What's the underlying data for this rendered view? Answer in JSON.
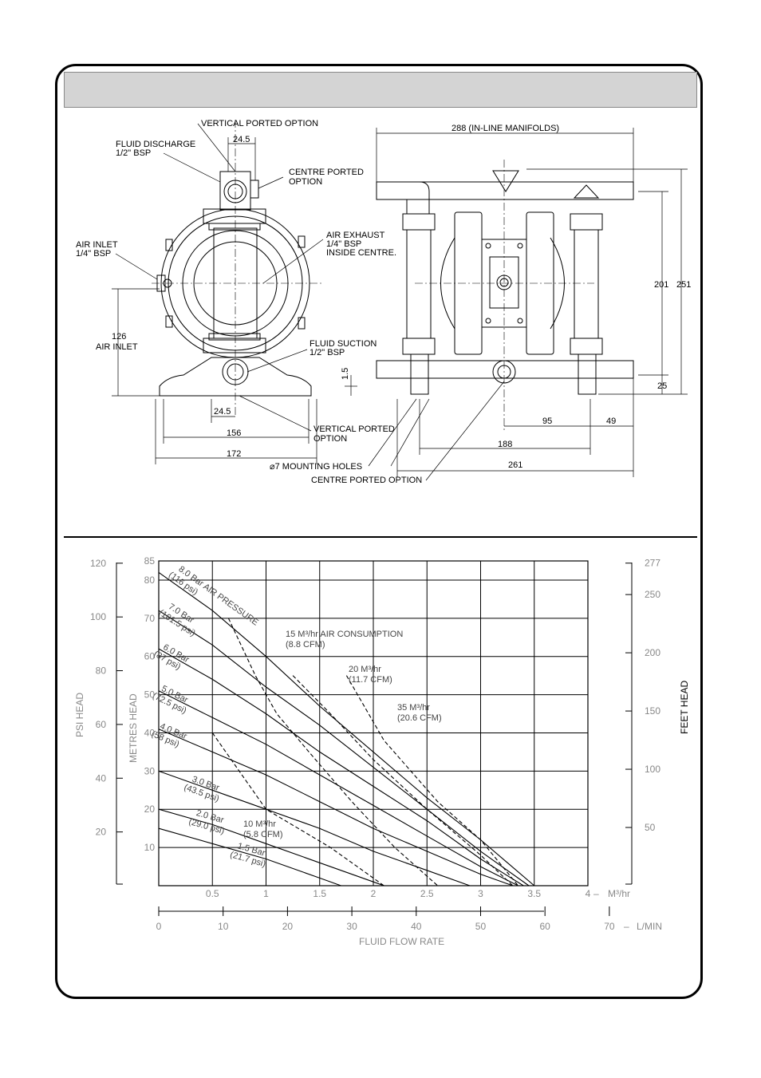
{
  "drawing": {
    "front_view": {
      "vertical_ported_option_top": "VERTICAL PORTED OPTION",
      "fluid_discharge": [
        "FLUID DISCHARGE",
        "1/2\" BSP"
      ],
      "dim_24_5_top": "24.5",
      "centre_ported_option": [
        "CENTRE PORTED",
        "OPTION"
      ],
      "air_inlet": [
        "AIR INLET",
        "1/4\" BSP"
      ],
      "air_exhaust": [
        "AIR EXHAUST",
        "1/4\" BSP",
        "INSIDE CENTRE."
      ],
      "dim_126": [
        "126",
        "AIR INLET"
      ],
      "fluid_suction": [
        "FLUID SUCTION",
        "1/2\" BSP"
      ],
      "dim_1_5": "1.5",
      "dim_24_5_bottom": "24.5",
      "dim_156": "156",
      "dim_172": "172",
      "vertical_ported_option_bottom": [
        "VERTICAL PORTED",
        "OPTION"
      ],
      "mounting_holes": "⌀7 MOUNTING HOLES"
    },
    "side_view": {
      "dim_288": "288 (IN-LINE MANIFOLDS)",
      "dim_201": "201",
      "dim_251": "251",
      "dim_25": "25",
      "dim_95": "95",
      "dim_49": "49",
      "dim_188": "188",
      "dim_261": "261",
      "centre_ported_option": "CENTRE PORTED OPTION"
    }
  },
  "chart_data": {
    "type": "line",
    "x_primary": {
      "label": "M³/hr",
      "ticks": [
        "0.5",
        "1",
        "1.5",
        "2",
        "2.5",
        "3",
        "3.5",
        "4"
      ],
      "range": [
        0,
        4
      ]
    },
    "x_secondary": {
      "label": "L/MIN",
      "ticks": [
        "0",
        "10",
        "20",
        "30",
        "40",
        "50",
        "60",
        "70"
      ]
    },
    "xlabel": "FLUID FLOW RATE",
    "y_metres": {
      "label": "METRES HEAD",
      "ticks": [
        "10",
        "20",
        "30",
        "40",
        "50",
        "60",
        "70",
        "80",
        "85"
      ],
      "range": [
        0,
        85
      ]
    },
    "y_psi": {
      "label": "PSI HEAD",
      "ticks": [
        "20",
        "40",
        "60",
        "80",
        "100",
        "120"
      ]
    },
    "y_feet": {
      "label": "FEET HEAD",
      "ticks": [
        "50",
        "100",
        "150",
        "200",
        "250",
        "277"
      ]
    },
    "unit_dash": "–",
    "series": [
      {
        "name": "8.0 Bar AIR PRESSURE",
        "sub": "(116 psi)",
        "style": "solid",
        "x": [
          0,
          0.5,
          1,
          1.5,
          2,
          2.5,
          3,
          3.5
        ],
        "y": [
          82,
          72,
          60,
          47,
          35,
          23,
          12,
          0
        ]
      },
      {
        "name": "7.0 Bar",
        "sub": "(101.5 psi)",
        "style": "solid",
        "x": [
          0,
          0.5,
          1,
          1.5,
          2,
          2.5,
          3,
          3.45
        ],
        "y": [
          72,
          63,
          52,
          42,
          31,
          20,
          9,
          0
        ]
      },
      {
        "name": "6.0 Bar",
        "sub": "(87 psi)",
        "style": "solid",
        "x": [
          0,
          0.5,
          1,
          1.5,
          2,
          2.5,
          3,
          3.4
        ],
        "y": [
          62,
          54,
          45,
          35,
          26,
          17,
          7,
          0
        ]
      },
      {
        "name": "5.0 Bar",
        "sub": "(72.5 psi)",
        "style": "solid",
        "x": [
          0,
          0.5,
          1,
          1.5,
          2,
          2.5,
          3,
          3.35
        ],
        "y": [
          51,
          44,
          37,
          29,
          21,
          13,
          5,
          0
        ]
      },
      {
        "name": "4.0 Bar",
        "sub": "(58 psi)",
        "style": "solid",
        "x": [
          0,
          0.5,
          1,
          1.5,
          2,
          2.5,
          3,
          3.3
        ],
        "y": [
          41,
          35,
          29,
          22,
          15,
          9,
          3,
          0
        ]
      },
      {
        "name": "3.0 Bar",
        "sub": "(43.5 psi)",
        "style": "solid",
        "x": [
          0,
          0.5,
          1,
          1.5,
          2,
          2.5,
          2.9
        ],
        "y": [
          30,
          25,
          20,
          15,
          9,
          4,
          0
        ]
      },
      {
        "name": "2.0 Bar",
        "sub": "(29.0 psi)",
        "style": "solid",
        "x": [
          0,
          0.5,
          1,
          1.5,
          2,
          2.1
        ],
        "y": [
          20,
          16,
          11,
          6,
          1,
          0
        ]
      },
      {
        "name": "1.5 Bar",
        "sub": "(21.7 psi)",
        "style": "solid",
        "x": [
          0,
          0.5,
          1,
          1.5,
          1.7
        ],
        "y": [
          15,
          11,
          7,
          2,
          0
        ]
      },
      {
        "name": "10 M³/hr",
        "sub": "(5.8 CFM)",
        "style": "dashed",
        "x": [
          0.5,
          0.8,
          1.0,
          1.3,
          1.6,
          1.9,
          2.1
        ],
        "y": [
          40,
          28,
          20,
          15,
          10,
          4,
          0
        ]
      },
      {
        "name": "15 M³/hr AIR CONSUMPTION",
        "sub": "(8.8 CFM)",
        "style": "dashed",
        "x": [
          0.65,
          0.9,
          1.1,
          1.4,
          1.8,
          2.2,
          2.6
        ],
        "y": [
          70,
          55,
          45,
          35,
          22,
          10,
          0
        ]
      },
      {
        "name": "20 M³/hr",
        "sub": "(11.7 CFM)",
        "style": "dashed",
        "x": [
          1.25,
          1.6,
          2.0,
          2.5,
          3.0,
          3.3
        ],
        "y": [
          55,
          45,
          33,
          20,
          8,
          0
        ]
      },
      {
        "name": "35 M³/hr",
        "sub": "(20.6 CFM)",
        "style": "dashed",
        "x": [
          1.75,
          2.1,
          2.6,
          3.0,
          3.35
        ],
        "y": [
          55,
          38,
          22,
          12,
          0
        ]
      }
    ]
  }
}
